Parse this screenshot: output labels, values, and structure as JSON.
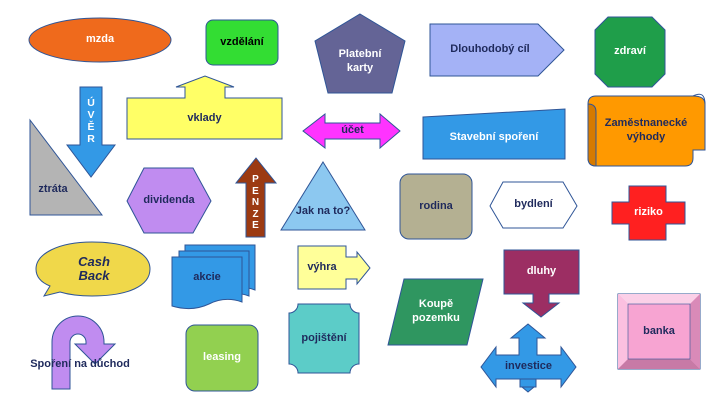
{
  "colors": {
    "orange": "#ef6a1c",
    "green": "#33dd33",
    "slate": "#646496",
    "periwinkle": "#a4b2f6",
    "darkgreen": "#1f9e4a",
    "yellow": "#ffff66",
    "magenta": "#ff33ff",
    "blue": "#3399e6",
    "lightorange": "#ff9900",
    "gray": "#b4b4b4",
    "lavender": "#c08cf0",
    "brown": "#9c3a12",
    "skyblue": "#8cc8f0",
    "khaki": "#b4b092",
    "red": "#ff2020",
    "gold": "#f0d84a",
    "lightyellow": "#ffff99",
    "teal": "#5cccc8",
    "emerald": "#2f9660",
    "plum": "#9c2e63",
    "lime": "#92d050",
    "pink": "#f7a4d2"
  },
  "shapes": {
    "mzda": "mzda",
    "vzdelani": "vzdělání",
    "platebni_karty": "Platební karty",
    "dlouhodoby_cil": "Dlouhodobý cíl",
    "zdravi": "zdraví",
    "uver": [
      "Ú",
      "V",
      "Ě",
      "R"
    ],
    "vklady": "vklady",
    "ucet": "účet",
    "stavebni_sporeni": "Stavební spoření",
    "zamestnanecke_vyhody": "Zaměstnanecké výhody",
    "ztrata": "ztráta",
    "dividenda": "dividenda",
    "penze": [
      "P",
      "E",
      "N",
      "Z",
      "E"
    ],
    "jak_na_to": "Jak na to?",
    "rodina": "rodina",
    "bydleni": "bydlení",
    "riziko": "riziko",
    "cash_back": "Cash Back",
    "akcie": "akcie",
    "vyhra": "výhra",
    "koupe_pozemku": "Koupě pozemku",
    "dluhy": "dluhy",
    "pojisteni": "pojištění",
    "sporeni_na_duchod": "Spoření na důchod",
    "leasing": "leasing",
    "investice": "investice",
    "banka": "banka"
  }
}
